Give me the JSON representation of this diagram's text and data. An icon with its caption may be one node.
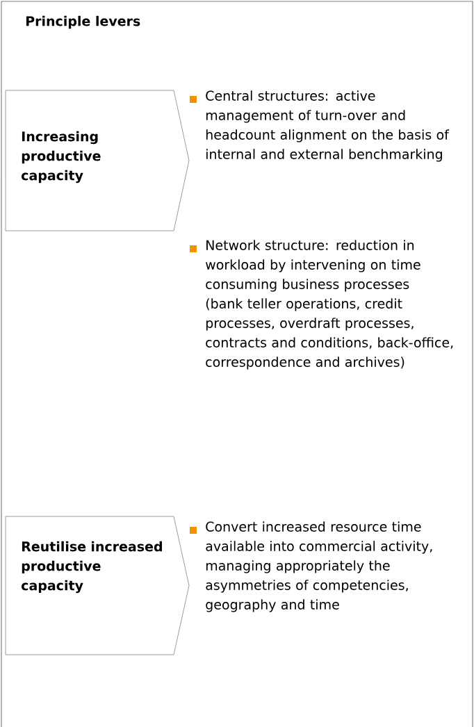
{
  "diagram": {
    "title": "Principle levers",
    "nodes": [
      {
        "text": [
          "Increasing productive capacity"
        ],
        "beside": [
          "Central structures: active management of turn-over and headcount alignment on the basis of internal and external benchmarking",
          "Network structure: reduction in workload by intervening on time consuming business processes (bank teller operations, credit processes, overdraft processes, contracts and conditions, back-office, correspondence and archives)"
        ]
      },
      {
        "text": [
          "Reutilise increased productive capacity"
        ],
        "beside": [
          "Convert increased resource time available into commercial activity, managing appropriately the asymmetries of competencies, geography and time"
        ]
      }
    ]
  }
}
